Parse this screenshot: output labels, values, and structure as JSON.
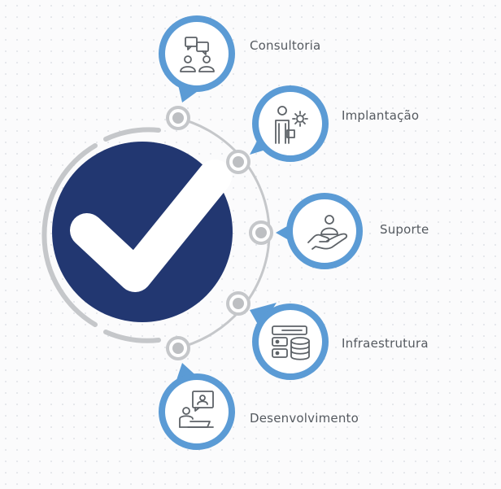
{
  "colors": {
    "navy": "#223771",
    "blue": "#5b9bd5",
    "gray": "#c5c7ca",
    "icon": "#5d6267",
    "text": "#555a60"
  },
  "center_icon": "checkmark-icon",
  "services": [
    {
      "label": "Consultoria",
      "icon": "consulting-people-chat-icon"
    },
    {
      "label": "Implantação",
      "icon": "person-gear-icon"
    },
    {
      "label": "Suporte",
      "icon": "hand-support-icon"
    },
    {
      "label": "Infraestrutura",
      "icon": "server-database-icon"
    },
    {
      "label": "Desenvolvimento",
      "icon": "developer-laptop-icon"
    }
  ]
}
